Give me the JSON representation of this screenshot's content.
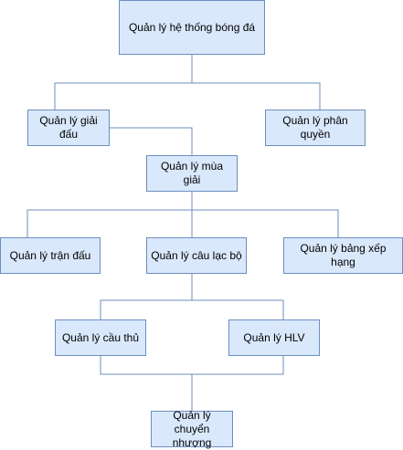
{
  "diagram": {
    "nodes": {
      "root": "Quản lý hệ thống bóng đá",
      "tournament": "Quản lý giải đấu",
      "permissions": "Quản lý phân quyền",
      "season": "Quản lý mùa giải",
      "matches": "Quản lý trận đấu",
      "clubs": "Quản lý câu lạc bộ",
      "standings": "Quản lý bảng xếp hạng",
      "players": "Quản lý cầu thủ",
      "coaches": "Quản lý HLV",
      "transfers": "Quản lý chuyển nhượng"
    },
    "colors": {
      "node_fill": "#dae8fc",
      "node_border": "#6c8ebf",
      "connector": "#6c8ebf"
    }
  }
}
